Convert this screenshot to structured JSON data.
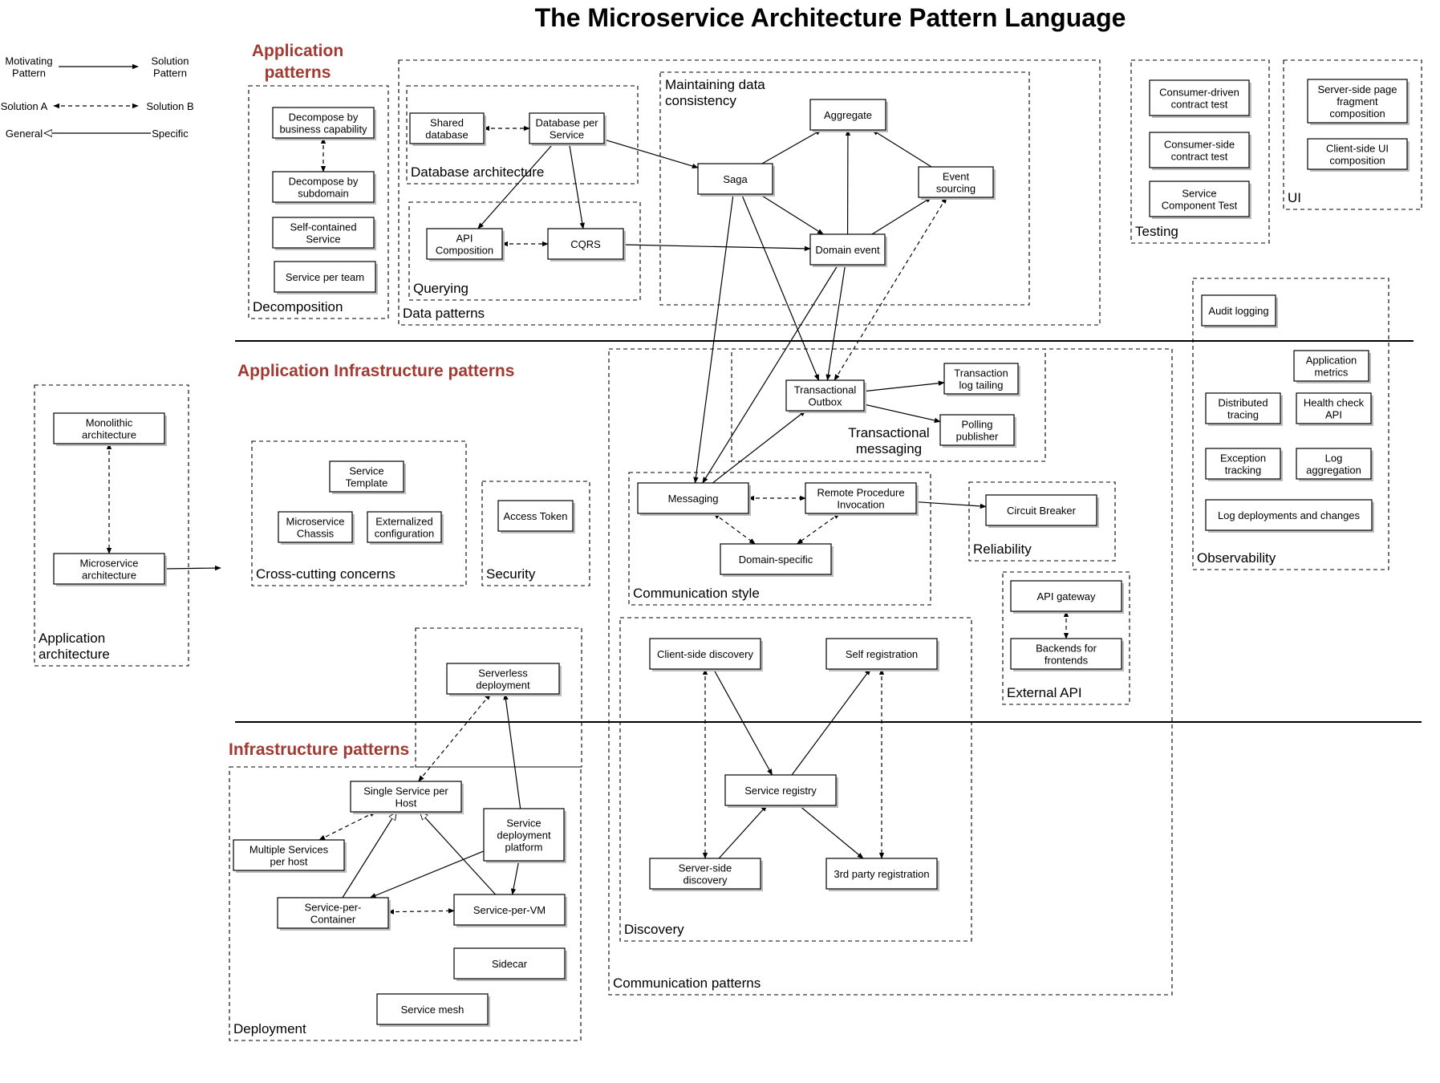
{
  "title": "The Microservice Architecture Pattern Language",
  "legend": [
    {
      "left": "Motivating\nPattern",
      "right": "Solution\nPattern",
      "style": "solid"
    },
    {
      "left": "Solution A",
      "right": "Solution B",
      "style": "dashed-both"
    },
    {
      "left": "General",
      "right": "Specific",
      "style": "hollow"
    }
  ],
  "headings": {
    "application": "Application\npatterns",
    "app_infra": "Application Infrastructure patterns",
    "infra": "Infrastructure patterns"
  },
  "groups": {
    "decomposition": "Decomposition",
    "data_patterns": "Data patterns",
    "database_architecture": "Database architecture",
    "querying": "Querying",
    "maintaining_consistency": "Maintaining data\nconsistency",
    "testing": "Testing",
    "ui": "UI",
    "observability": "Observability",
    "application_architecture": "Application\narchitecture",
    "cross_cutting": "Cross-cutting concerns",
    "security": "Security",
    "communication_patterns": "Communication patterns",
    "transactional_messaging": "Transactional\nmessaging",
    "communication_style": "Communication style",
    "reliability": "Reliability",
    "external_api": "External API",
    "discovery": "Discovery",
    "deployment": "Deployment"
  },
  "nodes": {
    "decompose_business": "Decompose by\nbusiness capability",
    "decompose_subdomain": "Decompose by\nsubdomain",
    "self_contained": "Self-contained\nService",
    "service_per_team": "Service per team",
    "shared_db": "Shared\ndatabase",
    "db_per_service": "Database per\nService",
    "api_composition": "API\nComposition",
    "cqrs": "CQRS",
    "aggregate": "Aggregate",
    "saga": "Saga",
    "event_sourcing": "Event\nsourcing",
    "domain_event": "Domain event",
    "consumer_driven": "Consumer-driven\ncontract test",
    "consumer_side": "Consumer-side\ncontract test",
    "service_component_test": "Service\nComponent Test",
    "server_side_page": "Server-side page\nfragment\ncomposition",
    "client_side_ui": "Client-side  UI\ncomposition",
    "audit_logging": "Audit logging",
    "app_metrics": "Application\nmetrics",
    "distributed_tracing": "Distributed\ntracing",
    "health_check": "Health check\nAPI",
    "exception_tracking": "Exception\ntracking",
    "log_aggregation": "Log\naggregation",
    "log_deployments": "Log deployments and changes",
    "monolithic": "Monolithic\narchitecture",
    "microservice_arch": "Microservice\narchitecture",
    "service_template": "Service\nTemplate",
    "microservice_chassis": "Microservice\nChassis",
    "externalized_config": "Externalized\nconfiguration",
    "access_token": "Access Token",
    "transactional_outbox": "Transactional\nOutbox",
    "transaction_log_tailing": "Transaction\nlog tailing",
    "polling_publisher": "Polling\npublisher",
    "messaging": "Messaging",
    "rpi": "Remote Procedure\nInvocation",
    "domain_specific": "Domain-specific",
    "circuit_breaker": "Circuit Breaker",
    "api_gateway": "API gateway",
    "bff": "Backends for\nfrontends",
    "client_side_discovery": "Client-side discovery",
    "self_registration": "Self registration",
    "service_registry": "Service registry",
    "server_side_discovery": "Server-side\ndiscovery",
    "third_party_registration": "3rd party registration",
    "serverless": "Serverless\ndeployment",
    "single_service_host": "Single Service per\nHost",
    "multiple_services_host": "Multiple Services\nper host",
    "service_deployment_platform": "Service\ndeployment\nplatform",
    "service_per_container": "Service-per-\nContainer",
    "service_per_vm": "Service-per-VM",
    "sidecar": "Sidecar",
    "service_mesh": "Service mesh"
  }
}
